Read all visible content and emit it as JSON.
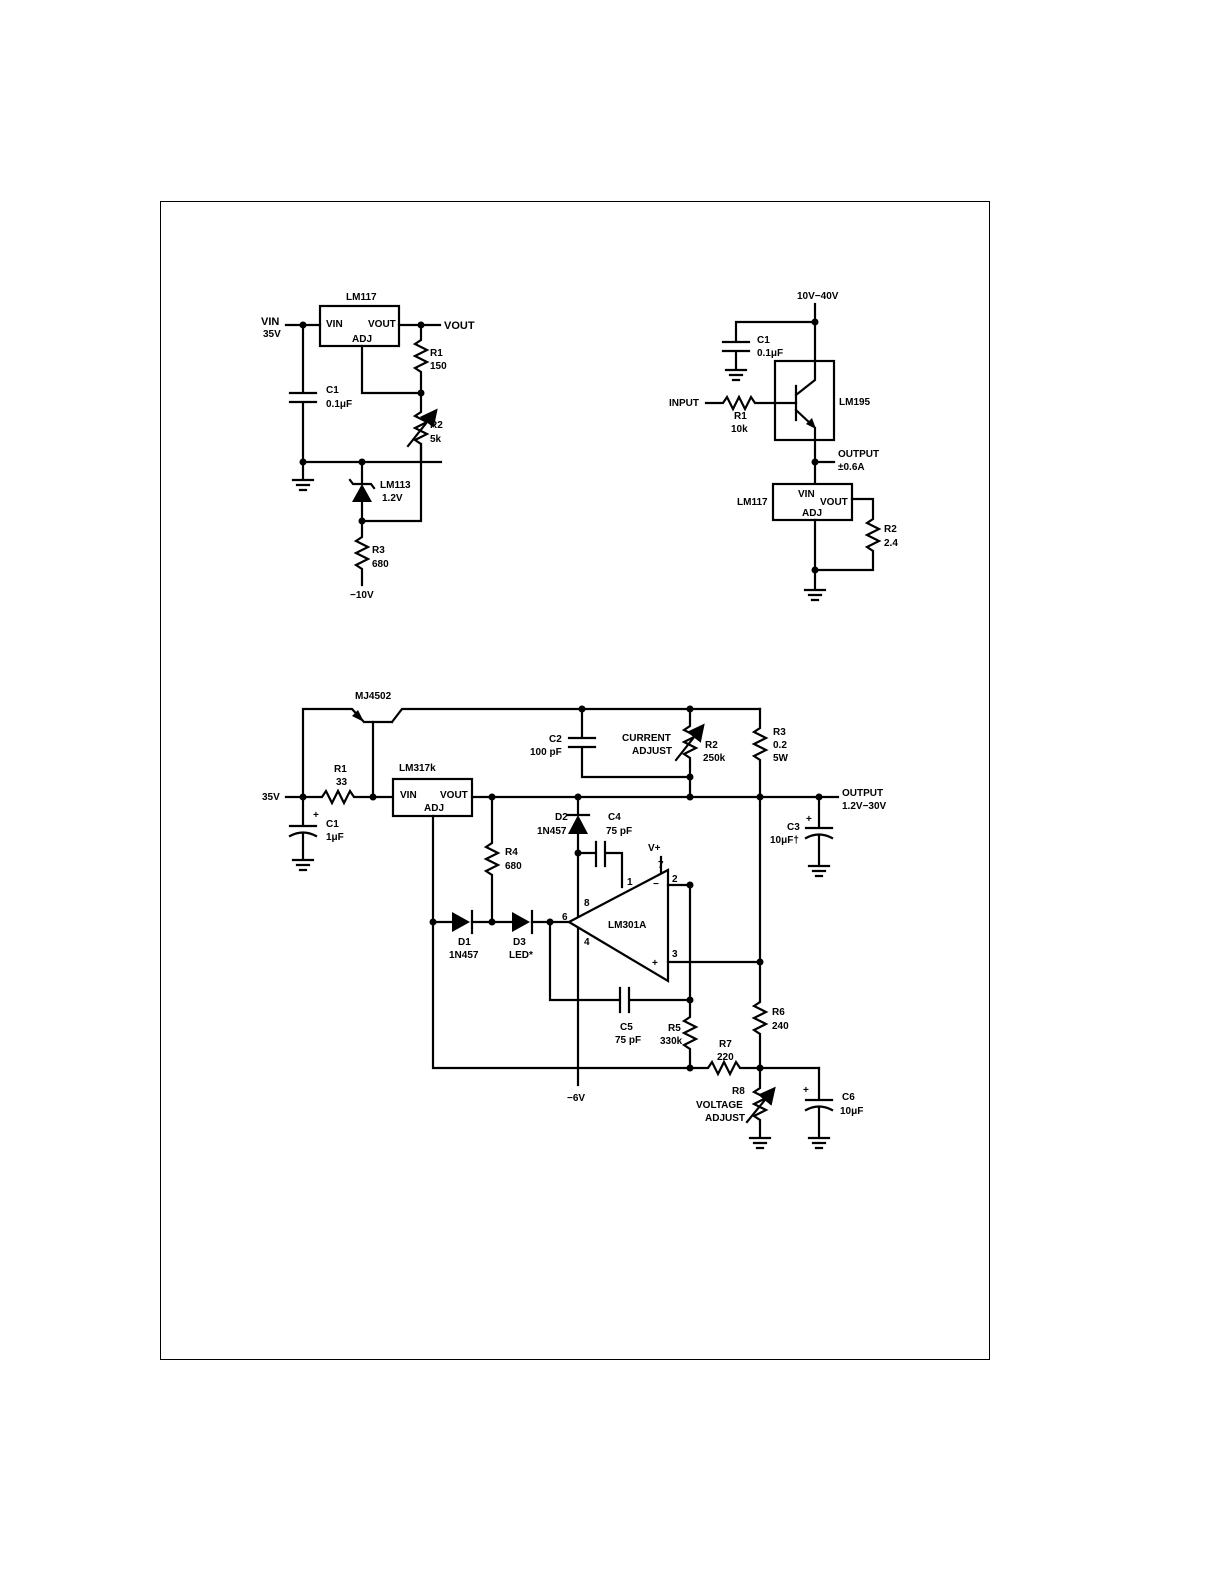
{
  "circuit1": {
    "ic_name": "LM117",
    "ic_vin": "VIN",
    "ic_vout": "VOUT",
    "ic_adj": "ADJ",
    "vin_label": "VIN",
    "vin_value": "35V",
    "vout_label": "VOUT",
    "c1_name": "C1",
    "c1_value": "0.1μF",
    "r1_name": "R1",
    "r1_value": "150",
    "r2_name": "R2",
    "r2_value": "5k",
    "ref_name": "LM113",
    "ref_value": "1.2V",
    "r3_name": "R3",
    "r3_value": "680",
    "neg_supply": "−10V"
  },
  "circuit2": {
    "supply": "10V−40V",
    "c1_name": "C1",
    "c1_value": "0.1μF",
    "input_label": "INPUT",
    "r1_name": "R1",
    "r1_value": "10k",
    "transistor": "LM195",
    "output_label": "OUTPUT",
    "output_value": "±0.6A",
    "ic_name": "LM117",
    "ic_vin": "VIN",
    "ic_vout": "VOUT",
    "ic_adj": "ADJ",
    "r2_name": "R2",
    "r2_value": "2.4"
  },
  "circuit3": {
    "transistor": "MJ4502",
    "supply": "35V",
    "r1_name": "R1",
    "r1_value": "33",
    "c1_name": "C1",
    "c1_value": "1μF",
    "ic_name": "LM317k",
    "ic_vin": "VIN",
    "ic_vout": "VOUT",
    "ic_adj": "ADJ",
    "c2_name": "C2",
    "c2_value": "100 pF",
    "current_adjust_1": "CURRENT",
    "current_adjust_2": "ADJUST",
    "r2_name": "R2",
    "r2_value": "250k",
    "r3_name": "R3",
    "r3_value_1": "0.2",
    "r3_value_2": "5W",
    "output_label": "OUTPUT",
    "output_value": "1.2V−30V",
    "c3_name": "C3",
    "c3_value": "10μF†",
    "d2_name": "D2",
    "d2_value": "1N457",
    "c4_name": "C4",
    "c4_value": "75 pF",
    "vplus": "V+",
    "r4_name": "R4",
    "r4_value": "680",
    "opamp": "LM301A",
    "pin1": "1",
    "pin2": "2",
    "pin3": "3",
    "pin4": "4",
    "pin6": "6",
    "pin7": "7",
    "pin8": "8",
    "d1_name": "D1",
    "d1_value": "1N457",
    "d3_name": "D3",
    "d3_value": "LED*",
    "c5_name": "C5",
    "c5_value": "75 pF",
    "r5_name": "R5",
    "r5_value": "330k",
    "r6_name": "R6",
    "r6_value": "240",
    "r7_name": "R7",
    "r7_value": "220",
    "neg_supply": "−6V",
    "r8_name": "R8",
    "voltage_adjust_1": "VOLTAGE",
    "voltage_adjust_2": "ADJUST",
    "c6_name": "C6",
    "c6_value": "10μF"
  }
}
